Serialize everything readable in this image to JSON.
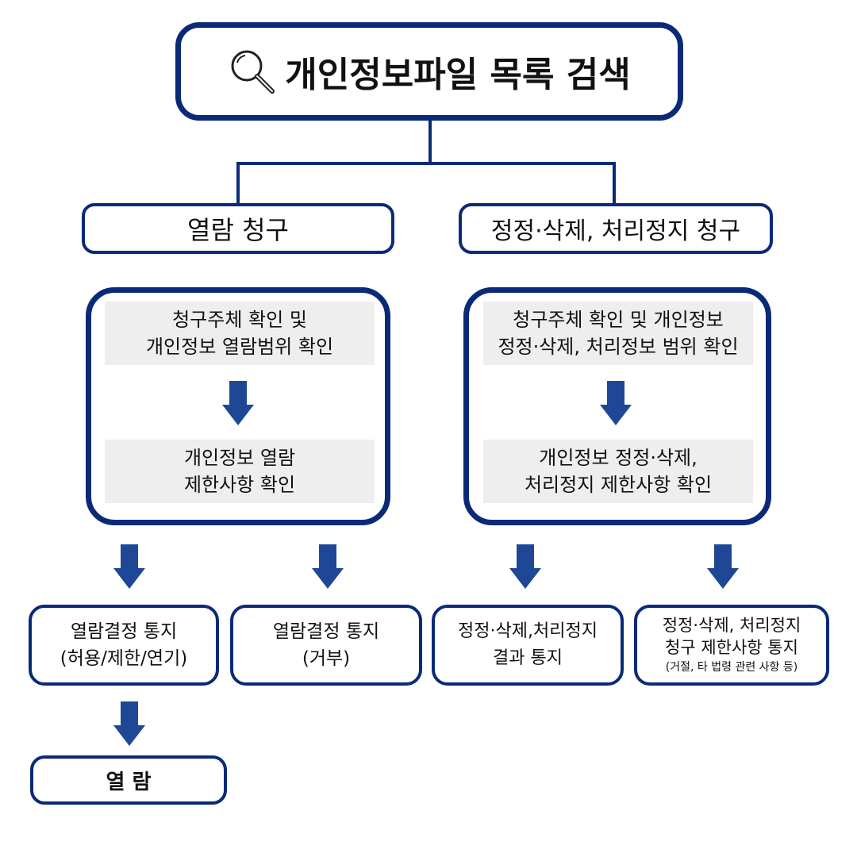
{
  "colors": {
    "border": "#0a2a78",
    "arrow": "#1e4896",
    "panel": "#eeeeee"
  },
  "title": {
    "icon": "search-icon",
    "text": "개인정보파일 목록 검색"
  },
  "left": {
    "header": "열람 청구",
    "step1": [
      "청구주체 확인 및",
      "개인정보 열람범위 확인"
    ],
    "step2": [
      "개인정보 열람",
      "제한사항 확인"
    ]
  },
  "right": {
    "header": "정정·삭제, 처리정지 청구",
    "step1": [
      "청구주체 확인 및 개인정보",
      "정정·삭제, 처리정보 범위 확인"
    ],
    "step2": [
      "개인정보 정정·삭제,",
      "처리정지 제한사항 확인"
    ]
  },
  "outcomes": [
    {
      "lines": [
        "열람결정 통지",
        "(허용/제한/연기)"
      ]
    },
    {
      "lines": [
        "열람결정 통지",
        "(거부)"
      ]
    },
    {
      "lines": [
        "정정·삭제,처리정지",
        "결과 통지"
      ]
    },
    {
      "lines": [
        "정정·삭제, 처리정지",
        "청구 제한사항 통지"
      ],
      "note": "(거절, 타 법령 관련 사항 등)"
    }
  ],
  "final": "열 람"
}
